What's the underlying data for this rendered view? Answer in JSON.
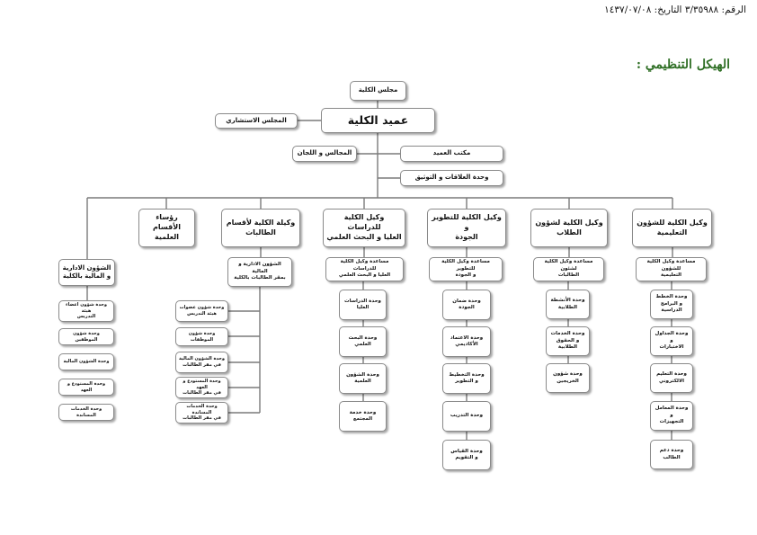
{
  "header": {
    "reference_line": "الرقم: ٣/٣٥٩٨٨ التاريخ: ١٤٣٧/٠٧/٠٨",
    "title": "الهيكل التنظيمي :"
  },
  "top": {
    "council": "مجلس الكلية",
    "dean": "عميد الكلية",
    "advisory": "المجلس الاستشاري",
    "dean_office": "مكتب العميد",
    "committees": "المجالس و اللجان",
    "relations": "وحدة العلاقات و التوثيق"
  },
  "columns": [
    {
      "head": "وكيل الكلية للشؤون\nالتعليمية",
      "sub": "مساعدة وكيل الكلية للشؤون\nالتعليمية",
      "units": [
        "وحدة الخطط\nو البرامج الدراسية",
        "وحدة الجداول و\nالاختبارات",
        "وحدة التعليم\nالالكتروني",
        "وحدة المعامل و\nالتجهيزات",
        "وحدة دعم الطالب"
      ]
    },
    {
      "head": "وكيل الكلية لشؤون\nالطلاب",
      "sub": "مساعدة وكيل الكلية لشئون\nالطالبات",
      "units": [
        "وحدة الأنشطة\nالطلابية",
        "وحدة الخدمات\nو الحقوق الطلابية",
        "وحدة شؤون\nالخريجين"
      ]
    },
    {
      "head": "وكيل الكلية للتطوير و\nالجودة",
      "sub": "مساعدة وكيل الكلية للتطوير\nو الجودة",
      "units": [
        "وحدة ضمان الجودة",
        "وحدة الاعتماد\nالأكاديمي",
        "وحدة التخطيط\nو التطوير",
        "وحدة التدريب",
        "وحدة القياس\nو التقويم"
      ]
    },
    {
      "head": "وكيل الكلية للدراسات\nالعليا و البحث العلمي",
      "sub": "مساعدة وكيل الكلية للدراسات\nالعليا و البحث العلمي",
      "units": [
        "وحدة الدراسات\nالعليا",
        "وحدة البحث العلمي",
        "وحدة الشؤون\nالعلمية",
        "وحدة خدمة المجتمع"
      ]
    },
    {
      "head": "وكيلة الكلية لأقسام\nالطالبات",
      "sub": "الشؤون الادارية و المالية\nبمقر الطالبات بالكلية",
      "units": [
        "وحدة شؤون عضوات\nهيئة التدريس",
        "وحدة شؤون الموظفات",
        "وحدة الشؤون المالية\nفي مقر الطالبات",
        "وحدة المستودع و العهد\nفي مقر الطالبات",
        "وحدة الخدمات المساندة\nفي مقر الطالبات"
      ]
    },
    {
      "head": "رؤساء الأقسام\nالعلمية",
      "sub": "",
      "units": []
    },
    {
      "head": "الشؤون الادارية\nو المالية بالكلية",
      "sub": "",
      "units": [
        "وحدة شؤون اعضاء هيئة\nالتدريس",
        "وحدة شؤون الموظفين",
        "وحدة الشؤون المالية",
        "وحدة المستودع و العهد",
        "وحدة الخدمات المساندة"
      ]
    }
  ]
}
